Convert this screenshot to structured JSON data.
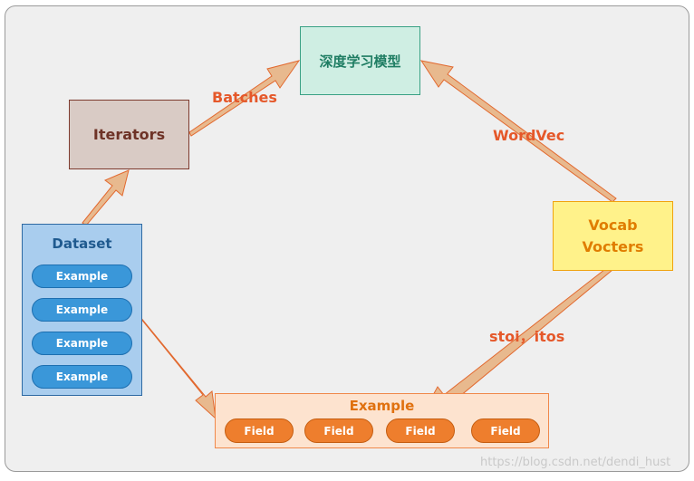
{
  "diagram": {
    "model_label": "深度学习模型",
    "iterators_label": "Iterators",
    "vocab_line1": "Vocab",
    "vocab_line2": "Vocters",
    "dataset": {
      "title": "Dataset",
      "items": [
        "Example",
        "Example",
        "Example",
        "Example"
      ]
    },
    "example": {
      "title": "Example",
      "fields": [
        "Field",
        "Field",
        "Field",
        "Field"
      ]
    },
    "edges": {
      "batches": "Batches",
      "wordvec": "WordVec",
      "stoi_itos": "stoi，itos"
    },
    "watermark": "https://blog.csdn.net/dendi_hust"
  },
  "colors": {
    "arrow_fill": "#e8b98e",
    "arrow_stroke": "#e2692f",
    "label": "#e5582a"
  }
}
